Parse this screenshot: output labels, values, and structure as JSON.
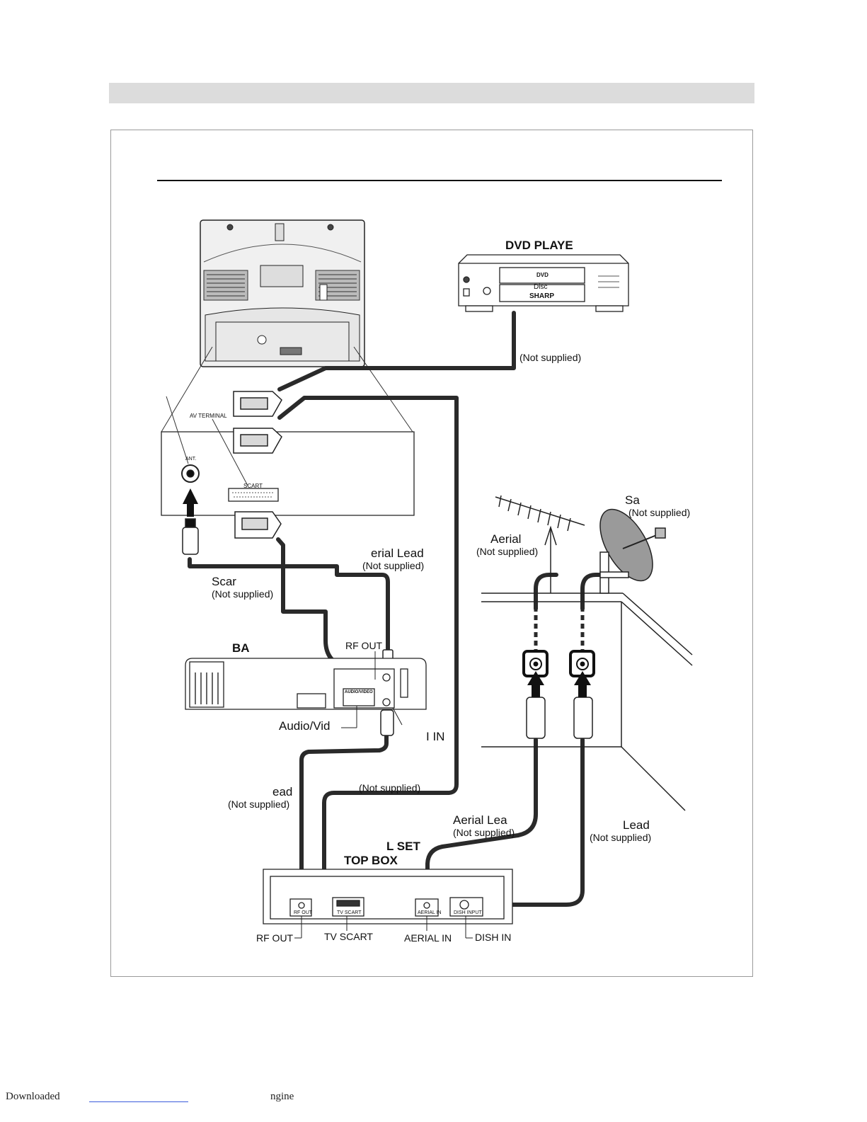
{
  "labels": {
    "dvd_player": "DVD PLAYE",
    "not_supplied_dvd": "(Not supplied)",
    "av_terminal": "AV TERMINAL",
    "ant": "ANT.",
    "scart": "SCART",
    "satellite": "Sa",
    "not_supplied_sat": "(Not supplied)",
    "aerial": "Aerial",
    "not_supplied_aerial": "(Not supplied)",
    "aerial_lead_top": "erial Lead",
    "not_supplied_aerial_lead_top": "(Not supplied)",
    "scart_lead": "Scar",
    "not_supplied_scart_lead": "(Not supplied)",
    "vcr": "BA",
    "rf_out_vcr": "RF OUT",
    "audio_video": "Audio/Vid",
    "aerial_in_vcr": "I IN",
    "lead_left": "ead",
    "not_supplied_lead_left": "(Not supplied)",
    "not_supplied_middle": "(Not supplied)",
    "aerial_lead_stb": "Aerial Lea",
    "not_supplied_aerial_lead_stb": "(Not supplied)",
    "lead_right": "Lead",
    "not_supplied_lead_right": "(Not supplied)",
    "stb_line1": "L SET",
    "stb_line2": "TOP BOX",
    "rf_out_stb": "RF OUT",
    "tv_scart": "TV SCART",
    "aerial_in_stb": "AERIAL IN",
    "dish_in": "DISH IN",
    "vcr_panel_audio_video": "AUDIO/VIDEO",
    "stb_panel_rf_out": "RF OUT",
    "stb_panel_tv_scart": "TV SCART",
    "stb_panel_aerial_in": "AERIAL IN",
    "stb_panel_dish_input": "DISH INPUT",
    "dvd_brand": "SHARP",
    "dvd_logo": "DVD",
    "dvd_display": "Disc"
  },
  "footer": {
    "left": "Downloaded",
    "right": "ngine"
  }
}
